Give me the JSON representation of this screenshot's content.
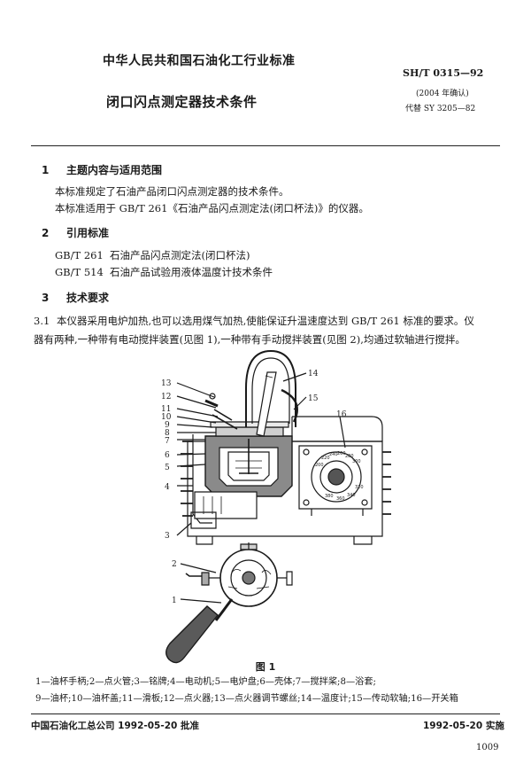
{
  "header": {
    "title": "中华人民共和国石油化工行业标准",
    "std_code": "SH/T 0315—92",
    "reaffirm": "(2004 年确认)",
    "replaces": "代替 SY 3205—82",
    "doc_title": "闭口闪点测定器技术条件"
  },
  "sections": [
    {
      "num": "1",
      "heading": "主题内容与适用范围",
      "paras": [
        "本标准规定了石油产品闭口闪点测定器的技术条件。",
        "本标准适用于 GB/T 261《石油产品闪点测定法(闭口杯法)》的仪器。"
      ]
    },
    {
      "num": "2",
      "heading": "引用标准",
      "refs": [
        {
          "code": "GB/T 261",
          "title": "石油产品闪点测定法(闭口杯法)"
        },
        {
          "code": "GB/T 514",
          "title": "石油产品试验用液体温度计技术条件"
        }
      ]
    },
    {
      "num": "3",
      "heading": "技术要求",
      "clause_num": "3.1",
      "clause_line1": "本仪器采用电炉加热,也可以选用煤气加热,使能保证升温速度达到 GB/T 261 标准的要求。仪",
      "clause_line2": "器有两种,一种带有电动搅拌装置(见图 1),一种带有手动搅拌装置(见图 2),均通过软轴进行搅拌。"
    }
  ],
  "figure": {
    "caption": "图 1",
    "callouts": [
      "1",
      "2",
      "3",
      "4",
      "5",
      "6",
      "7",
      "8",
      "9",
      "10",
      "11",
      "12",
      "13",
      "14",
      "15",
      "16"
    ],
    "dial_numbers": [
      "200",
      "220",
      "240",
      "260",
      "280",
      "300",
      "320",
      "340",
      "360",
      "380"
    ],
    "legend_line1": "1—油杯手柄;2—点火管;3—铭牌;4—电动机;5—电炉盘;6—壳体;7—搅拌桨;8—浴套;",
    "legend_line2": "9—油杯;10—油杯盖;11—滑板;12—点火器;13—点火器调节螺丝;14—温度计;15—传动软轴;16—开关箱"
  },
  "footer": {
    "publisher": "中国石油化工总公司 1992-05-20 批准",
    "effective": "1992-05-20 实施",
    "page": "1009"
  }
}
